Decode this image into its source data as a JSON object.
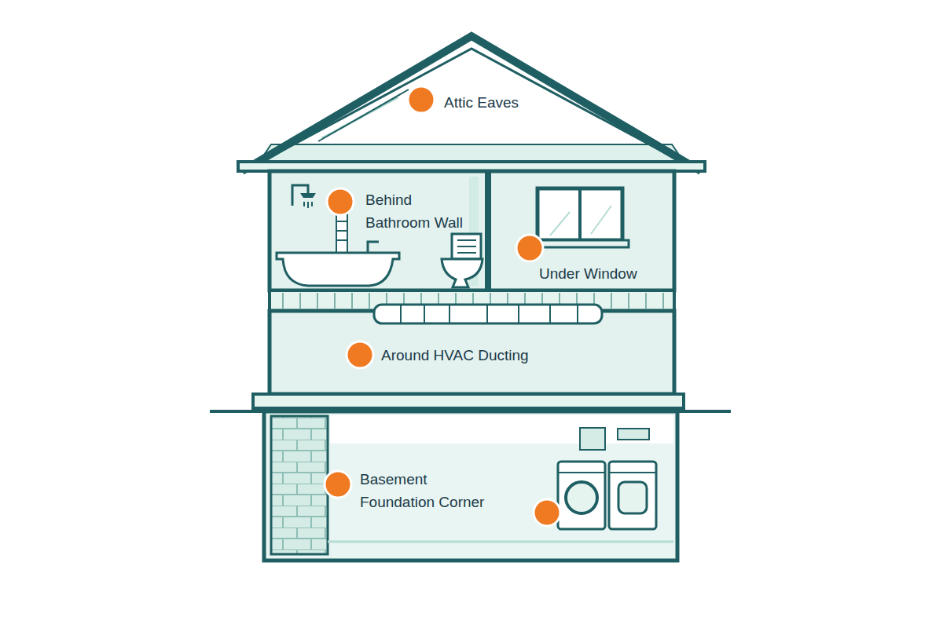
{
  "diagram": {
    "labels": [
      "Attic Eaves",
      "Behind Bathroom Wall",
      "Under Window",
      "Around HVAC Ducting",
      "Basement Foundation Corner"
    ]
  }
}
